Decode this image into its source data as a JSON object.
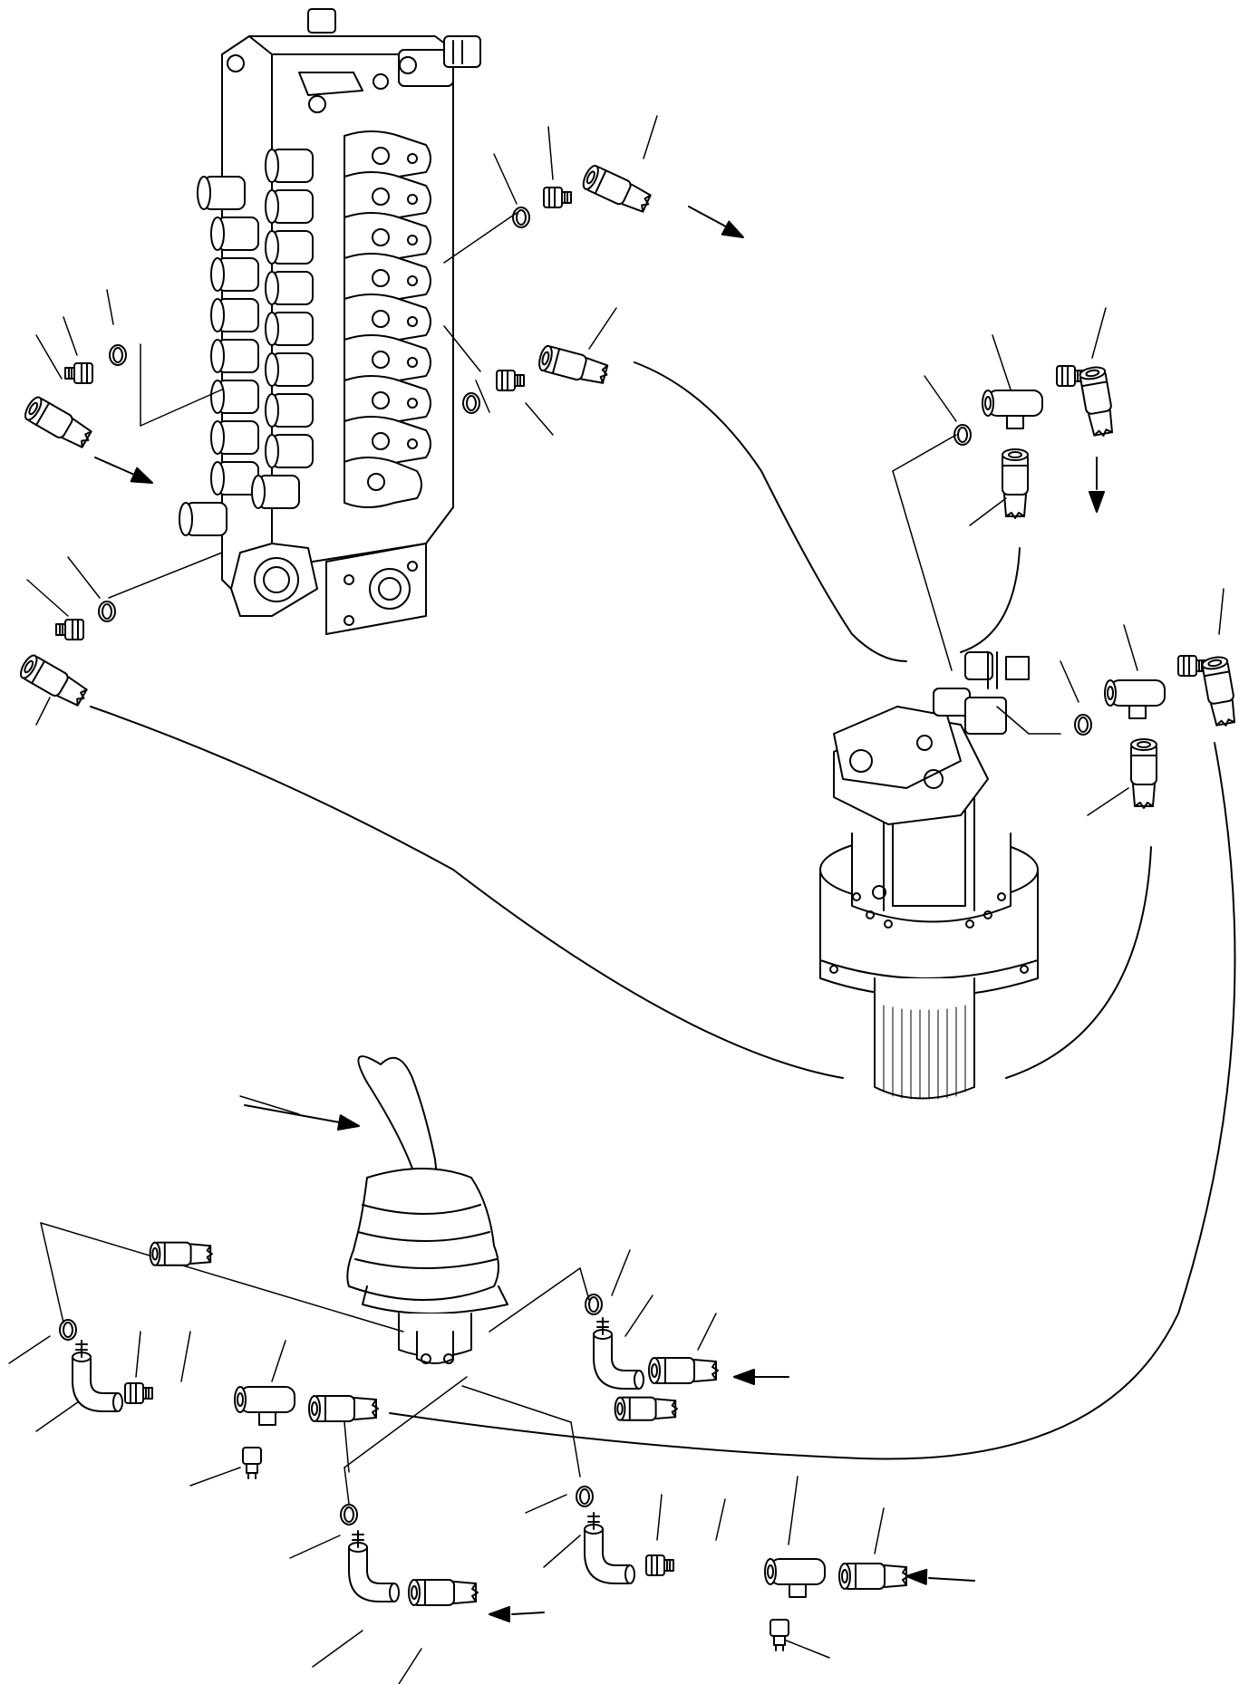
{
  "diagram": {
    "style": "black line-art hydraulic exploded parts view, no printed text",
    "stroke_color": "#000000",
    "background_color": "#ffffff",
    "components": [
      "control-valve-bank",
      "swing-motor",
      "pilot-control-lever",
      "hoses",
      "elbow-fittings",
      "tee-fittings",
      "o-rings",
      "adapters",
      "flow-arrows",
      "leader-lines"
    ]
  }
}
